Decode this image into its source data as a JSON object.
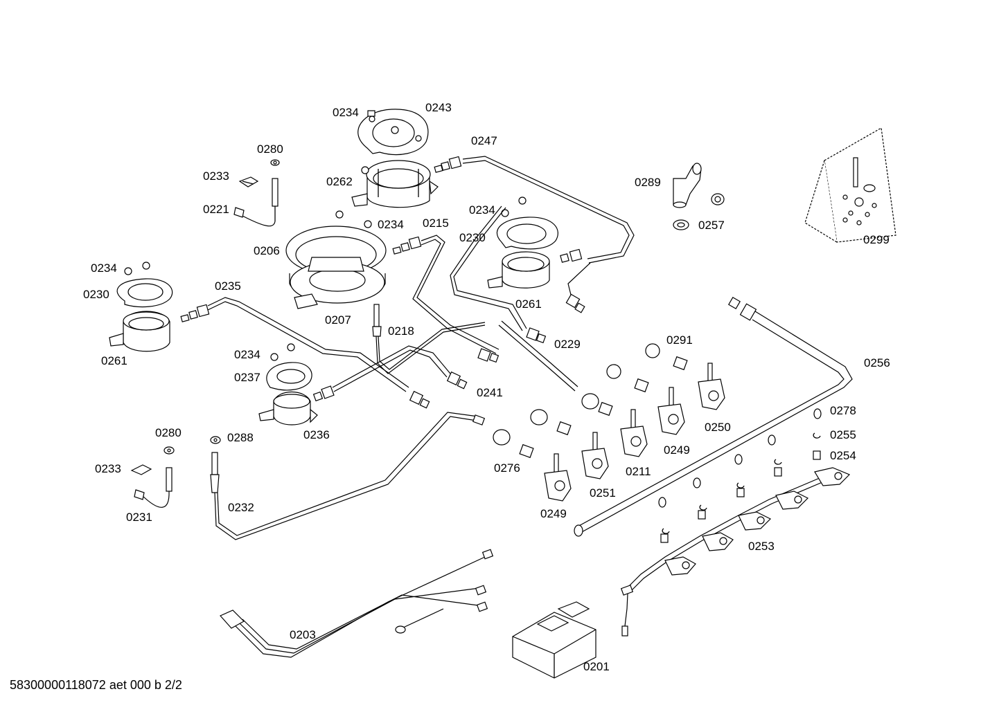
{
  "footer": {
    "doc_code": "58300000118072 aet 000 b 2/2"
  },
  "labels": [
    {
      "id": "l0243",
      "text": "0243"
    },
    {
      "id": "l0234a",
      "text": "0234"
    },
    {
      "id": "l0247",
      "text": "0247"
    },
    {
      "id": "l0280a",
      "text": "0280"
    },
    {
      "id": "l0233a",
      "text": "0233"
    },
    {
      "id": "l0262",
      "text": "0262"
    },
    {
      "id": "l0221",
      "text": "0221"
    },
    {
      "id": "l0289",
      "text": "0289"
    },
    {
      "id": "l0234b",
      "text": "0234"
    },
    {
      "id": "l0257",
      "text": "0257"
    },
    {
      "id": "l0234c",
      "text": "0234"
    },
    {
      "id": "l0215",
      "text": "0215"
    },
    {
      "id": "l0230a",
      "text": "0230"
    },
    {
      "id": "l0206",
      "text": "0206"
    },
    {
      "id": "l0299",
      "text": "0299"
    },
    {
      "id": "l0234d",
      "text": "0234"
    },
    {
      "id": "l0230b",
      "text": "0230"
    },
    {
      "id": "l0235",
      "text": "0235"
    },
    {
      "id": "l0261a",
      "text": "0261"
    },
    {
      "id": "l0207",
      "text": "0207"
    },
    {
      "id": "l0218",
      "text": "0218"
    },
    {
      "id": "l0291",
      "text": "0291"
    },
    {
      "id": "l0229",
      "text": "0229"
    },
    {
      "id": "l0261b",
      "text": "0261"
    },
    {
      "id": "l0234e",
      "text": "0234"
    },
    {
      "id": "l0256",
      "text": "0256"
    },
    {
      "id": "l0237",
      "text": "0237"
    },
    {
      "id": "l0241",
      "text": "0241"
    },
    {
      "id": "l0278",
      "text": "0278"
    },
    {
      "id": "l0250",
      "text": "0250"
    },
    {
      "id": "l0236",
      "text": "0236"
    },
    {
      "id": "l0255",
      "text": "0255"
    },
    {
      "id": "l0280b",
      "text": "0280"
    },
    {
      "id": "l0288",
      "text": "0288"
    },
    {
      "id": "l0249a",
      "text": "0249"
    },
    {
      "id": "l0254",
      "text": "0254"
    },
    {
      "id": "l0233b",
      "text": "0233"
    },
    {
      "id": "l0276",
      "text": "0276"
    },
    {
      "id": "l0211",
      "text": "0211"
    },
    {
      "id": "l0251",
      "text": "0251"
    },
    {
      "id": "l0232",
      "text": "0232"
    },
    {
      "id": "l0249b",
      "text": "0249"
    },
    {
      "id": "l0231",
      "text": "0231"
    },
    {
      "id": "l0253",
      "text": "0253"
    },
    {
      "id": "l0203",
      "text": "0203"
    },
    {
      "id": "l0201",
      "text": "0201"
    }
  ]
}
